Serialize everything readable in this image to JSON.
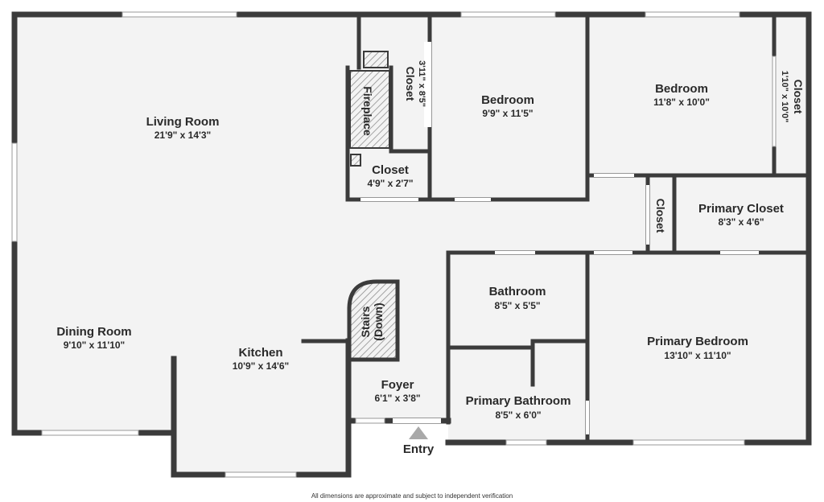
{
  "rooms": {
    "living_room": {
      "name": "Living Room",
      "dim": "21'9\" x 14'3\""
    },
    "dining_room": {
      "name": "Dining Room",
      "dim": "9'10\" x 11'10\""
    },
    "kitchen": {
      "name": "Kitchen",
      "dim": "10'9\" x 14'6\""
    },
    "foyer": {
      "name": "Foyer",
      "dim": "6'1\" x 3'8\""
    },
    "bedroom_1": {
      "name": "Bedroom",
      "dim": "9'9\" x 11'5\""
    },
    "bedroom_2": {
      "name": "Bedroom",
      "dim": "11'8\" x 10'0\""
    },
    "closet_hall": {
      "name": "Closet",
      "dim": "4'9\" x 2'7\""
    },
    "closet_vertical": {
      "name": "Closet",
      "dim": "3'11\" x 8'5\""
    },
    "closet_right": {
      "name": "Closet",
      "dim": "1'10\" x 10'0\""
    },
    "closet_small": {
      "name": "Closet"
    },
    "primary_closet": {
      "name": "Primary Closet",
      "dim": "8'3\" x 4'6\""
    },
    "bathroom": {
      "name": "Bathroom",
      "dim": "8'5\" x 5'5\""
    },
    "primary_bathroom": {
      "name": "Primary Bathroom",
      "dim": "8'5\" x 6'0\""
    },
    "primary_bedroom": {
      "name": "Primary Bedroom",
      "dim": "13'10\" x 11'10\""
    }
  },
  "features": {
    "fireplace": "Fireplace",
    "stairs_line1": "Stairs",
    "stairs_line2": "(Down)",
    "entry": "Entry"
  },
  "footer": {
    "disclaimer": "All dimensions are approximate and subject to independent verification"
  },
  "colors": {
    "wall": "#3b3b3b",
    "floor": "#f3f3f3",
    "entry_arrow": "#a9a9a9"
  }
}
